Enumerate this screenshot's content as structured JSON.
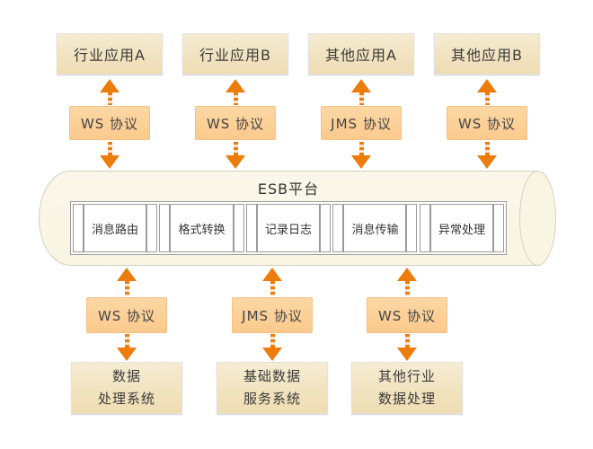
{
  "diagram": {
    "esb_title": "ESB平台",
    "top_apps": [
      {
        "label": "行业应用A"
      },
      {
        "label": "行业应用B"
      },
      {
        "label": "其他应用A"
      },
      {
        "label": "其他应用B"
      }
    ],
    "top_protocols": [
      {
        "label": "WS 协议"
      },
      {
        "label": "WS 协议"
      },
      {
        "label": "JMS 协议"
      },
      {
        "label": "WS 协议"
      }
    ],
    "esb_modules": [
      {
        "label": "消息路由"
      },
      {
        "label": "格式转换"
      },
      {
        "label": "记录日志"
      },
      {
        "label": "消息传输"
      },
      {
        "label": "异常处理"
      }
    ],
    "bottom_protocols": [
      {
        "label": "WS 协议"
      },
      {
        "label": "JMS 协议"
      },
      {
        "label": "WS 协议"
      }
    ],
    "bottom_systems": [
      {
        "lines": [
          "数据",
          "处理系统"
        ]
      },
      {
        "lines": [
          "基础数据",
          "服务系统"
        ]
      },
      {
        "lines": [
          "其他行业",
          "数据处理"
        ]
      }
    ],
    "colors": {
      "arrow": "#ec7c0c",
      "box-fill": "#eedcb2",
      "box-fill-top": "#f6ecd2",
      "protocol-fill": "#fbca8c",
      "protocol-fill-top": "#fdd7a4",
      "cylinder-fill": "#f9f5e3",
      "cylinder-border": "#d5d0c0",
      "strip-border": "#9b9b9b",
      "text": "#3b3b3b"
    }
  }
}
